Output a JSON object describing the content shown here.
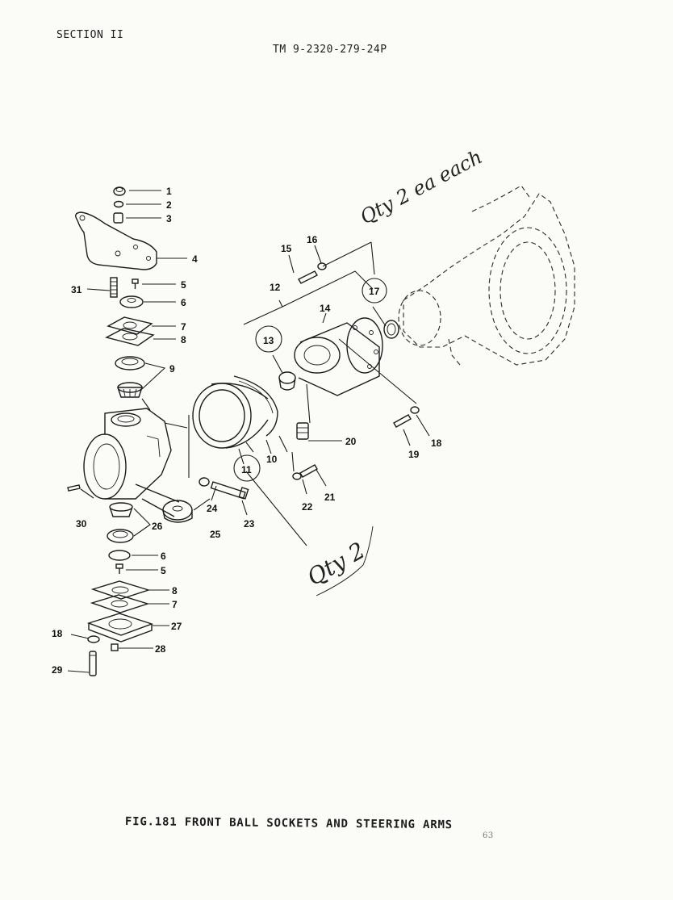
{
  "header": {
    "section": "SECTION II",
    "tm_number": "TM 9-2320-279-24P"
  },
  "caption": "FIG.181 FRONT BALL SOCKETS AND STEERING ARMS",
  "corner_marks": "63",
  "annotations": {
    "qty_2_each": "Qty 2 ea each",
    "qty_2": "Qty 2"
  },
  "callouts": [
    "1",
    "2",
    "3",
    "4",
    "5",
    "31",
    "6",
    "7",
    "8",
    "9",
    "15",
    "16",
    "12",
    "14",
    "17",
    "13",
    "20",
    "19",
    "18",
    "11",
    "10",
    "24",
    "23",
    "22",
    "21",
    "30",
    "26",
    "25",
    "6",
    "5",
    "8",
    "7",
    "27",
    "18",
    "28",
    "29"
  ]
}
